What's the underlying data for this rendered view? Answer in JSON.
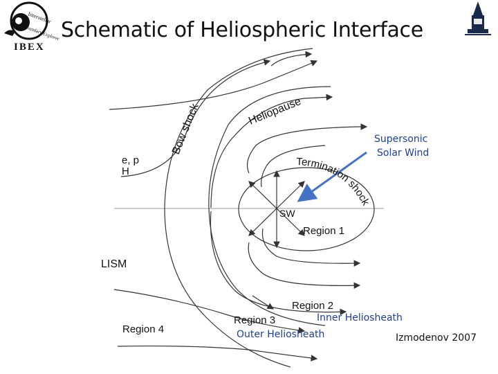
{
  "slide": {
    "title": "Schematic of Heliospheric Interface",
    "citation": "Izmodenov 2007"
  },
  "logo_left": {
    "text_top": "Interstellar",
    "text_mid": "Boundary Explorer",
    "wordmark": "IBEX"
  },
  "diagram": {
    "labels": {
      "bow_shock": "Bow shock",
      "heliopause": "Heliopause",
      "termination_shock": "Termination shock",
      "ep": "e, p",
      "h": "H",
      "lism": "LISM",
      "sw": "SW",
      "region1": "Region 1",
      "region2": "Region 2",
      "region3": "Region 3",
      "region4": "Region 4"
    },
    "annotations": {
      "supersonic_line1": "Supersonic",
      "supersonic_line2": "Solar Wind",
      "inner_heliosheath": "Inner Heliosheath",
      "outer_heliosheath": "Outer Heliosheath"
    },
    "colors": {
      "lines": "#333333",
      "arrow": "#4472c4",
      "annotation_text": "#1f3f8f"
    }
  }
}
